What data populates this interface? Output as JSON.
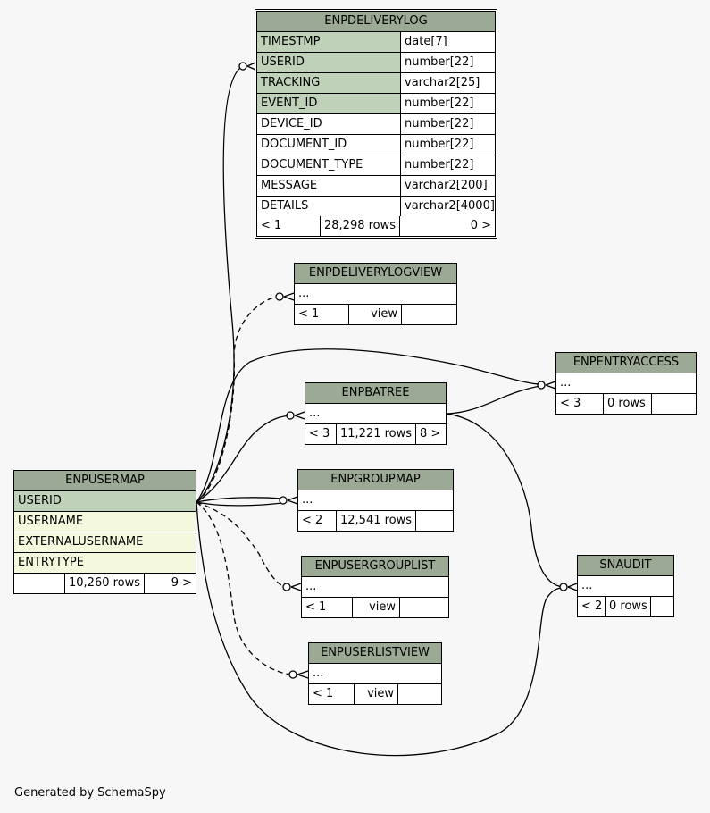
{
  "tables": {
    "enpdeliverylog": {
      "name": "ENPDELIVERYLOG",
      "columns": [
        {
          "name": "TIMESTMP",
          "type": "date[7]"
        },
        {
          "name": "USERID",
          "type": "number[22]"
        },
        {
          "name": "TRACKING",
          "type": "varchar2[25]"
        },
        {
          "name": "EVENT_ID",
          "type": "number[22]"
        },
        {
          "name": "DEVICE_ID",
          "type": "number[22]"
        },
        {
          "name": "DOCUMENT_ID",
          "type": "number[22]"
        },
        {
          "name": "DOCUMENT_TYPE",
          "type": "number[22]"
        },
        {
          "name": "MESSAGE",
          "type": "varchar2[200]"
        },
        {
          "name": "DETAILS",
          "type": "varchar2[4000]"
        }
      ],
      "footer": {
        "parents": "< 1",
        "rows": "28,298 rows",
        "children": "0 >"
      }
    },
    "enpdeliverylogview": {
      "name": "ENPDELIVERYLOGVIEW",
      "body": "...",
      "footer": {
        "parents": "< 1",
        "rows": "view",
        "children": ""
      }
    },
    "enpentryaccess": {
      "name": "ENPENTRYACCESS",
      "body": "...",
      "footer": {
        "parents": "< 3",
        "rows": "0 rows",
        "children": ""
      }
    },
    "enpbatree": {
      "name": "ENPBATREE",
      "body": "...",
      "footer": {
        "parents": "< 3",
        "rows": "11,221 rows",
        "children": "8 >"
      }
    },
    "enpgroupmap": {
      "name": "ENPGROUPMAP",
      "body": "...",
      "footer": {
        "parents": "< 2",
        "rows": "12,541 rows",
        "children": ""
      }
    },
    "enpusermap": {
      "name": "ENPUSERMAP",
      "columns": [
        "USERID",
        "USERNAME",
        "EXTERNALUSERNAME",
        "ENTRYTYPE"
      ],
      "footer": {
        "parents": "",
        "rows": "10,260 rows",
        "children": "9 >"
      }
    },
    "enpusergrouplist": {
      "name": "ENPUSERGROUPLIST",
      "body": "...",
      "footer": {
        "parents": "< 1",
        "rows": "view",
        "children": ""
      }
    },
    "enpuserlistview": {
      "name": "ENPUSERLISTVIEW",
      "body": "...",
      "footer": {
        "parents": "< 1",
        "rows": "view",
        "children": ""
      }
    },
    "snaudit": {
      "name": "SNAUDIT",
      "body": "...",
      "footer": {
        "parents": "< 2",
        "rows": "0 rows",
        "children": ""
      }
    }
  },
  "colors": {
    "header": "#9ca994",
    "key_column": "#bfd1b9",
    "plain_column": "#f4f8dd",
    "background": "#f7f7f7"
  },
  "footer_note": "Generated by SchemaSpy"
}
